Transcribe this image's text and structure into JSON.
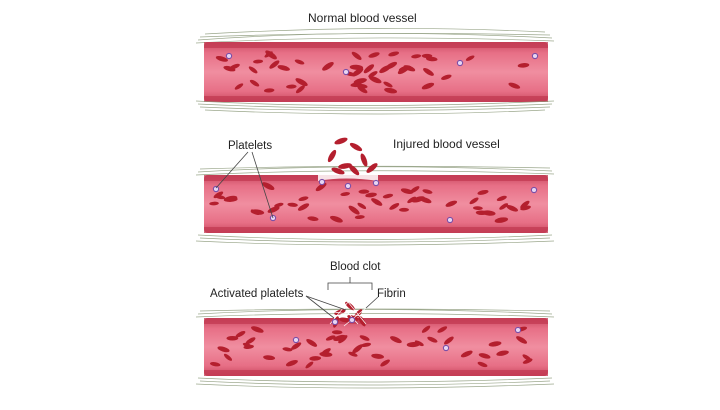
{
  "labels": {
    "normal_vessel": "Normal blood vessel",
    "injured_vessel": "Injured blood vessel",
    "platelets": "Platelets",
    "blood_clot": "Blood clot",
    "activated_platelets": "Activated platelets",
    "fibrin": "Fibrin"
  },
  "colors": {
    "vessel_fill": "#e35b74",
    "vessel_lumen": "#ec8a9c",
    "vessel_wall": "#c93a52",
    "red_blood_cell": "#b41f2e",
    "platelet_fill": "#e8d6f3",
    "platelet_ring": "#7a4fa8",
    "fiber": "#7a8a6a",
    "leader_line": "#444444"
  },
  "icons": [
    "red-blood-cell-icon",
    "platelet-icon",
    "fibrin-strand-icon"
  ]
}
